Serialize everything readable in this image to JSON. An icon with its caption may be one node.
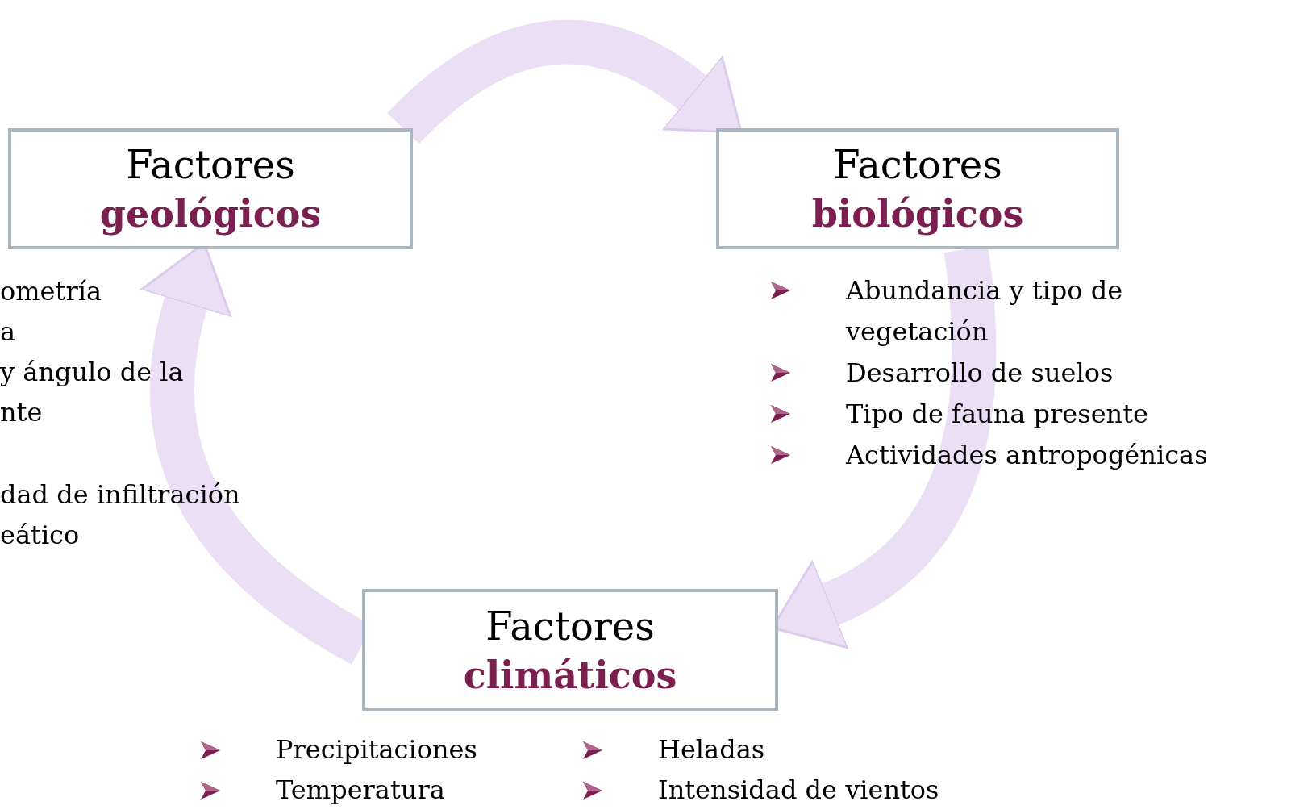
{
  "diagram": {
    "nodes": [
      {
        "text": [
          "Factores",
          "geológicos"
        ],
        "beside": [
          "ometría",
          "a",
          "y ángulo de la",
          "nte",
          "dad de infiltración",
          "eático"
        ]
      },
      {
        "text": [
          "Factores",
          "biológicos"
        ],
        "beside": [
          "Abundancia y tipo de vegetación",
          "Desarrollo de suelos",
          "Tipo de fauna presente",
          "Actividades antropogénicas"
        ]
      },
      {
        "text": [
          "Factores",
          "climáticos"
        ],
        "beside": [
          "Precipitaciones",
          "Temperatura",
          "Heladas",
          "Intensidad de vientos"
        ]
      }
    ],
    "edges": [
      {
        "from": 0,
        "to": 1,
        "arrow": "to"
      },
      {
        "from": 1,
        "to": 2,
        "arrow": "to"
      },
      {
        "from": 2,
        "to": 0,
        "arrow": "to"
      }
    ]
  }
}
